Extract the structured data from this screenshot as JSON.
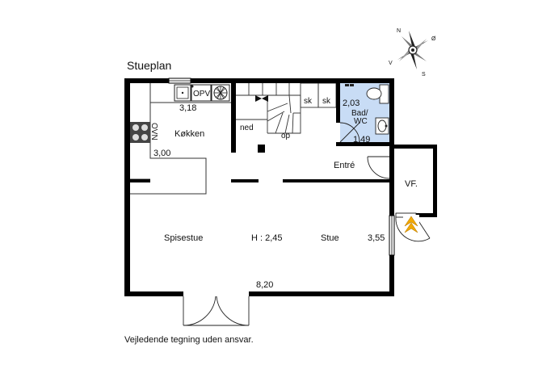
{
  "plan": {
    "title": "Stueplan",
    "disclaimer": "Vejledende tegning uden ansvar.",
    "ceiling_height": "H : 2,45",
    "rooms": {
      "kitchen": "Køkken",
      "dining": "Spisestue",
      "living": "Stue",
      "entry": "Entré",
      "porch": "VF.",
      "bath_line1": "Bad/",
      "bath_line2": "WC"
    },
    "dimensions": {
      "kitchen_width": "3,18",
      "kitchen_depth": "3,00",
      "total_width": "8,20",
      "living_depth": "3,55",
      "bath_width": "2,03",
      "bath_depth": "1,49"
    },
    "fixtures": {
      "dishwasher": "OPV",
      "oven": "OVN",
      "stair_down": "ned",
      "stair_up": "op",
      "cabinet_1": "sk",
      "cabinet_2": "sk"
    },
    "compass": {
      "north": "N",
      "east": "Ø",
      "south": "S",
      "west": "V"
    },
    "colors": {
      "bathroom": "#c8dcf5",
      "walls": "#000000",
      "entrance_marker": "#f2a900"
    }
  }
}
